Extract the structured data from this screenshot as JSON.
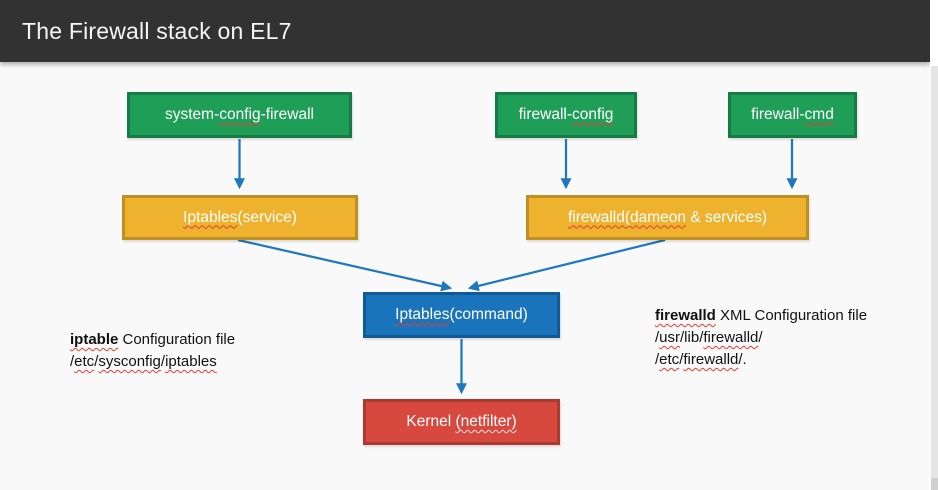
{
  "header": {
    "title": "The Firewall stack on EL7"
  },
  "palette": {
    "header_bg": "#323232",
    "canvas_bg": "#f9f9f9",
    "green_fill": "#1f9e58",
    "green_border": "#167c44",
    "orange_fill": "#eeb22e",
    "orange_border": "#bf8f22",
    "blue_fill": "#1a74bb",
    "blue_border": "#125a94",
    "red_fill": "#d7493f",
    "red_border": "#ac3a31",
    "arrow": "#1d78be",
    "spellcheck_squiggle": "#e03c31"
  },
  "nodes": {
    "system_config_firewall": {
      "seg1": "system-",
      "seg2": "config",
      "seg3": "-firewall"
    },
    "firewall_config": {
      "seg1": "firewall-",
      "seg2": "config"
    },
    "firewall_cmd": {
      "seg1": "firewall-",
      "seg2": "cmd"
    },
    "iptables_service": {
      "seg1": "Iptables",
      "seg2": "(service)"
    },
    "firewalld_daemon": {
      "seg1": "firewalld(dameon",
      "seg2": " & services)"
    },
    "iptables_command": {
      "seg1": "Iptables",
      "seg2": "(command)"
    },
    "kernel_netfilter": {
      "seg1": "Kernel ",
      "seg2": "(netfilter)"
    }
  },
  "notes": {
    "left": {
      "bold": "iptable",
      "rest": " Configuration file",
      "p1": "/",
      "p2": "etc",
      "p3": "/",
      "p4": "sysconfig",
      "p5": "/",
      "p6": "iptables"
    },
    "right": {
      "bold": "firewalld",
      "rest": " XML Configuration file",
      "l2p1": "/",
      "l2p2": "usr",
      "l2p3": "/lib/",
      "l2p4": "firewalld",
      "l2p5": "/",
      "l3p1": "/",
      "l3p2": "etc",
      "l3p3": "/",
      "l3p4": "firewalld",
      "l3p5": "/."
    }
  }
}
